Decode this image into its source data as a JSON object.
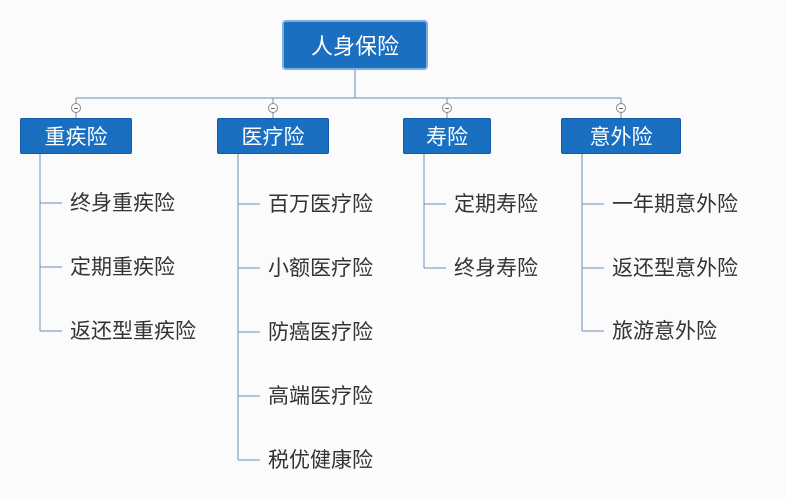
{
  "root": {
    "label": "人身保险"
  },
  "categories": [
    {
      "label": "重疾险",
      "items": [
        "终身重疾险",
        "定期重疾险",
        "返还型重疾险"
      ]
    },
    {
      "label": "医疗险",
      "items": [
        "百万医疗险",
        "小额医疗险",
        "防癌医疗险",
        "高端医疗险",
        "税优健康险"
      ]
    },
    {
      "label": "寿险",
      "items": [
        "定期寿险",
        "终身寿险"
      ]
    },
    {
      "label": "意外险",
      "items": [
        "一年期意外险",
        "返还型意外险",
        "旅游意外险"
      ]
    }
  ],
  "colors": {
    "node_fill": "#1a6fc0",
    "line": "#6b8fb5",
    "text": "#333333"
  }
}
